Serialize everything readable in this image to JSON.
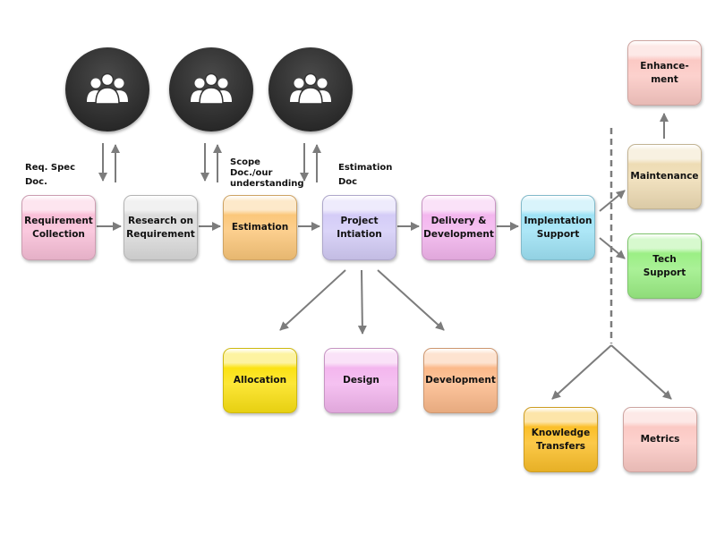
{
  "stakeholder_icons": [
    "people-icon",
    "people-icon",
    "people-icon"
  ],
  "notes": {
    "req_spec_doc": "Req. Spec\nDoc.",
    "scope_doc": "Scope\nDoc./our\nunderstanding",
    "estimation_doc": "Estimation\nDoc"
  },
  "process": {
    "requirement_collection": "Requirement\nCollection",
    "research_on_requirement": "Research on\nRequirement",
    "estimation": "Estimation",
    "project_initiation": "Project\nIntiation",
    "delivery_development": "Delivery &\nDevelopment",
    "implementation_support": "Implentation\nSupport"
  },
  "initiation_outputs": {
    "allocation": "Allocation",
    "design": "Design",
    "development": "Development"
  },
  "support_outputs": {
    "enhancement": "Enhance-\nment",
    "maintenance": "Maintenance",
    "tech_support": "Tech\nSupport",
    "knowledge_transfers": "Knowledge\nTransfers",
    "metrics": "Metrics"
  },
  "colors": {
    "pink": "#f9bfd8",
    "gray": "#dcdcdc",
    "orange": "#fbc77a",
    "lavender": "#d4ccf7",
    "magenta": "#f3b6ee",
    "cyan": "#9fe3f6",
    "salmon": "#fbc9c4",
    "beige": "#eedcb4",
    "green": "#9bef85",
    "yellow": "#fbe214",
    "dark_orange": "#fbbf29",
    "peach": "#fbb98a",
    "arrow": "#7c7c7c"
  }
}
